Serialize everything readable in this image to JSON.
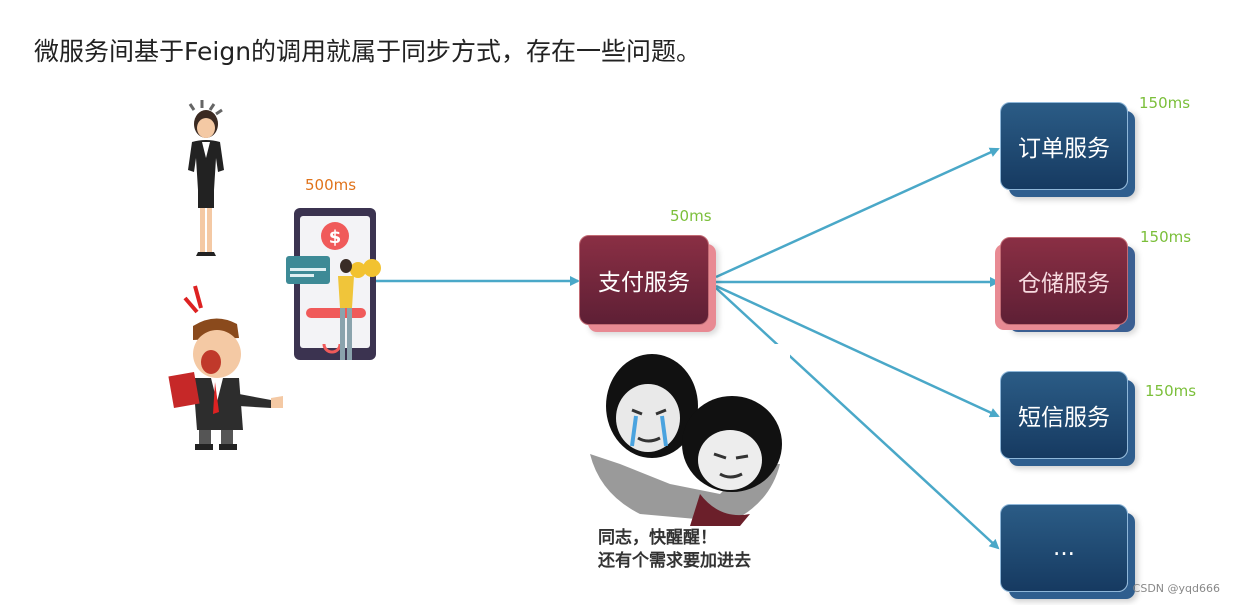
{
  "title": "微服务间基于Feign的调用就属于同步方式，存在一些问题。",
  "client_latency": "500ms",
  "services": {
    "pay": {
      "label": "支付服务",
      "latency": "50ms"
    },
    "order": {
      "label": "订单服务",
      "latency": "150ms"
    },
    "storage": {
      "label": "仓储服务",
      "latency": "150ms"
    },
    "sms": {
      "label": "短信服务",
      "latency": "150ms"
    },
    "more": {
      "label": "..."
    }
  },
  "meme_caption": {
    "line1": "同志，快醒醒！",
    "line2": "还有个需求要加进去"
  },
  "watermark": "CSDN @yqd666",
  "colors": {
    "arrow": "#4aa8c8",
    "latency_green": "#7bbf3a",
    "latency_orange": "#e0731b",
    "service_blue": "#1f4a73",
    "service_red": "#6e2540"
  }
}
